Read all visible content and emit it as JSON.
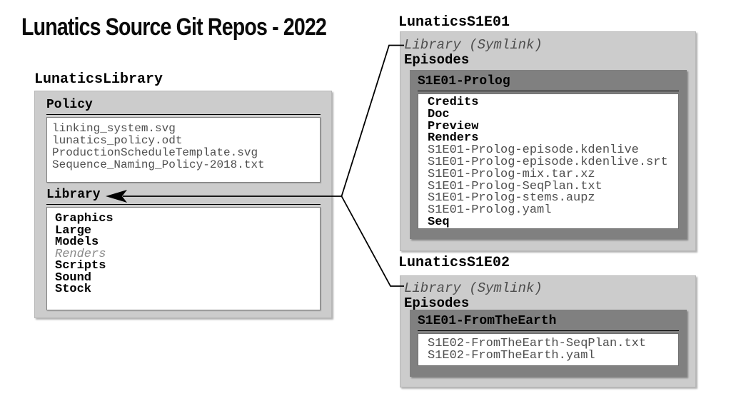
{
  "title": "Lunatics Source Git Repos - 2022",
  "colors": {
    "background": "#ffffff",
    "repo_box_fill": "#cccccc",
    "episode_box_fill": "#808080",
    "file_box_fill": "#ffffff",
    "line_color": "#000000",
    "file_text": "#4f4f4f",
    "ignored_text": "#8a8a8a"
  },
  "connector": {
    "description": "symlink arrow pointing to Library folder",
    "arrow_target_label": "Library"
  },
  "repos": [
    {
      "name": "LunaticsLibrary",
      "sections": [
        {
          "label": "Policy",
          "items": [
            {
              "text": "linking_system.svg",
              "kind": "file"
            },
            {
              "text": "lunatics_policy.odt",
              "kind": "file"
            },
            {
              "text": "ProductionScheduleTemplate.svg",
              "kind": "file"
            },
            {
              "text": "Sequence_Naming_Policy-2018.txt",
              "kind": "file"
            }
          ]
        },
        {
          "label": "Library",
          "items": [
            {
              "text": "Graphics",
              "kind": "dir"
            },
            {
              "text": "Large",
              "kind": "dir"
            },
            {
              "text": "Models",
              "kind": "dir"
            },
            {
              "text": "Renders",
              "kind": "ignored"
            },
            {
              "text": "Scripts",
              "kind": "dir"
            },
            {
              "text": "Sound",
              "kind": "dir"
            },
            {
              "text": "Stock",
              "kind": "dir"
            }
          ]
        }
      ]
    },
    {
      "name": "LunaticsS1E01",
      "symlink_label": "Library (Symlink)",
      "episodes_label": "Episodes",
      "episode": {
        "label": "S1E01-Prolog",
        "items": [
          {
            "text": "Credits",
            "kind": "dir"
          },
          {
            "text": "Doc",
            "kind": "dir"
          },
          {
            "text": "Preview",
            "kind": "dir"
          },
          {
            "text": "Renders",
            "kind": "dir"
          },
          {
            "text": "S1E01-Prolog-episode.kdenlive",
            "kind": "file"
          },
          {
            "text": "S1E01-Prolog-episode.kdenlive.srt",
            "kind": "file"
          },
          {
            "text": "S1E01-Prolog-mix.tar.xz",
            "kind": "file"
          },
          {
            "text": "S1E01-Prolog-SeqPlan.txt",
            "kind": "file"
          },
          {
            "text": "S1E01-Prolog-stems.aupz",
            "kind": "file"
          },
          {
            "text": "S1E01-Prolog.yaml",
            "kind": "file"
          },
          {
            "text": "Seq",
            "kind": "dir"
          }
        ]
      }
    },
    {
      "name": "LunaticsS1E02",
      "symlink_label": "Library (Symlink)",
      "episodes_label": "Episodes",
      "episode": {
        "label": "S1E01-FromTheEarth",
        "items": [
          {
            "text": "S1E02-FromTheEarth-SeqPlan.txt",
            "kind": "file"
          },
          {
            "text": "S1E02-FromTheEarth.yaml",
            "kind": "file"
          }
        ]
      }
    }
  ]
}
